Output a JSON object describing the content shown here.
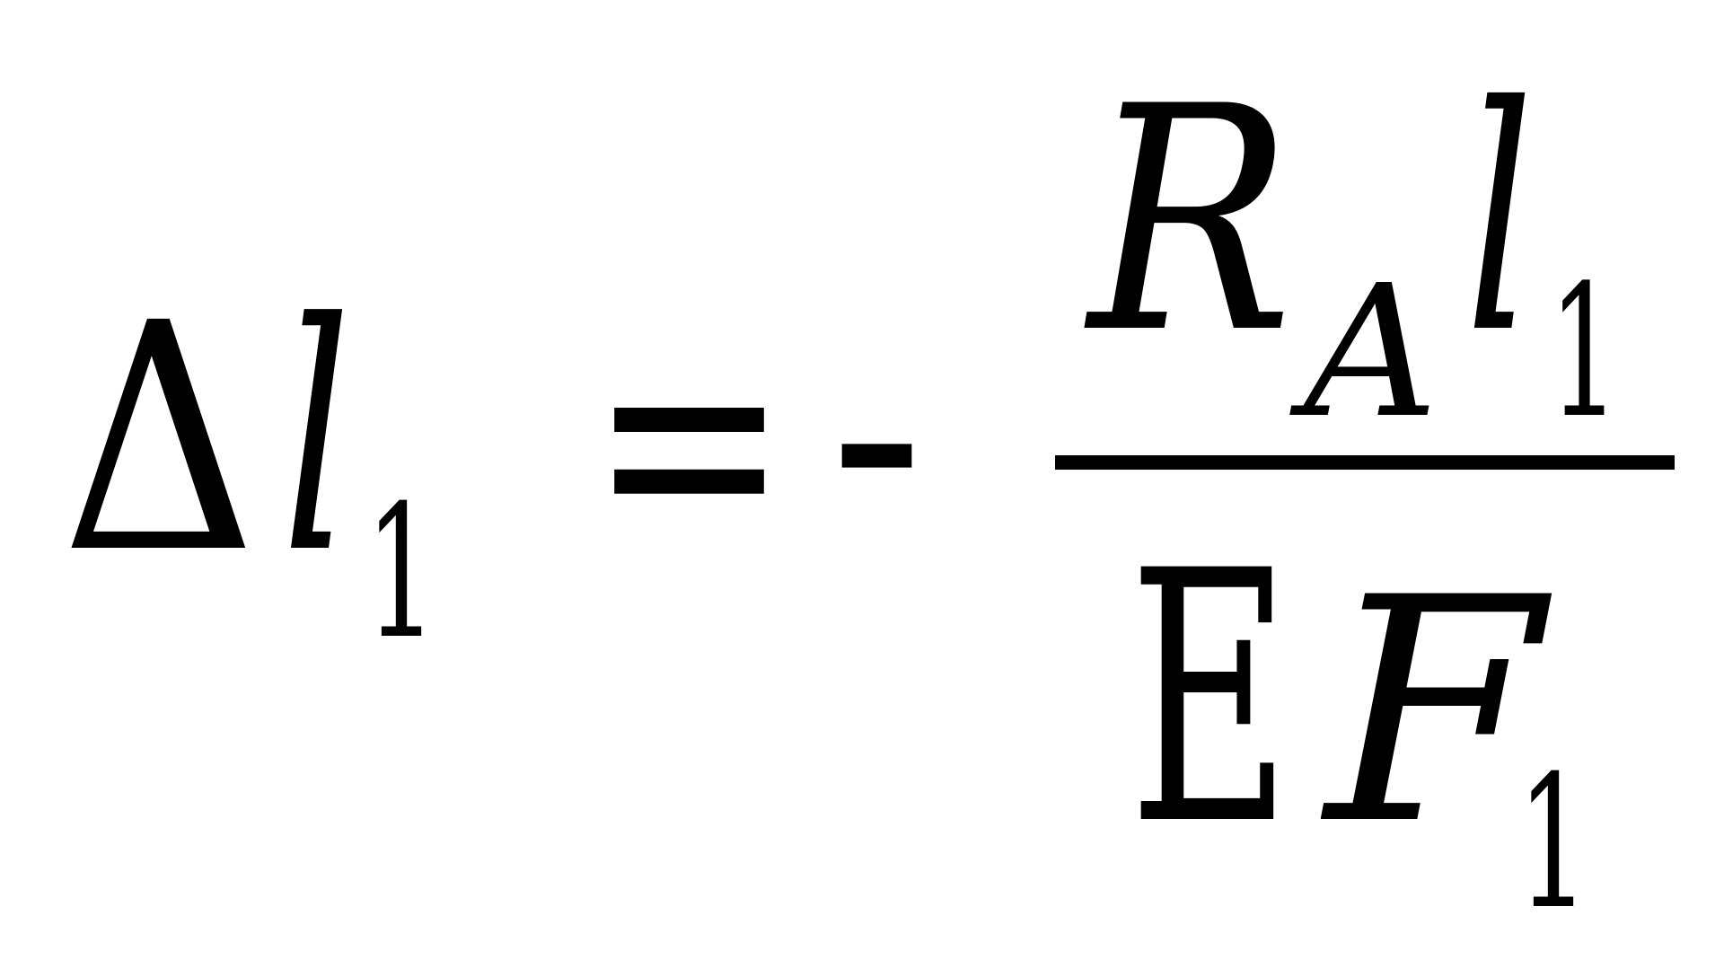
{
  "equation": {
    "lhs": {
      "delta": "Δ",
      "var": "l",
      "sub": "1"
    },
    "equals": "=",
    "minus": "-",
    "numerator": {
      "r": "R",
      "r_sub": "A",
      "l": "l",
      "l_sub": "1"
    },
    "denominator": {
      "e": "E",
      "f": "F",
      "f_sub": "1"
    }
  },
  "colors": {
    "ink": "#000000",
    "background": "#ffffff"
  }
}
